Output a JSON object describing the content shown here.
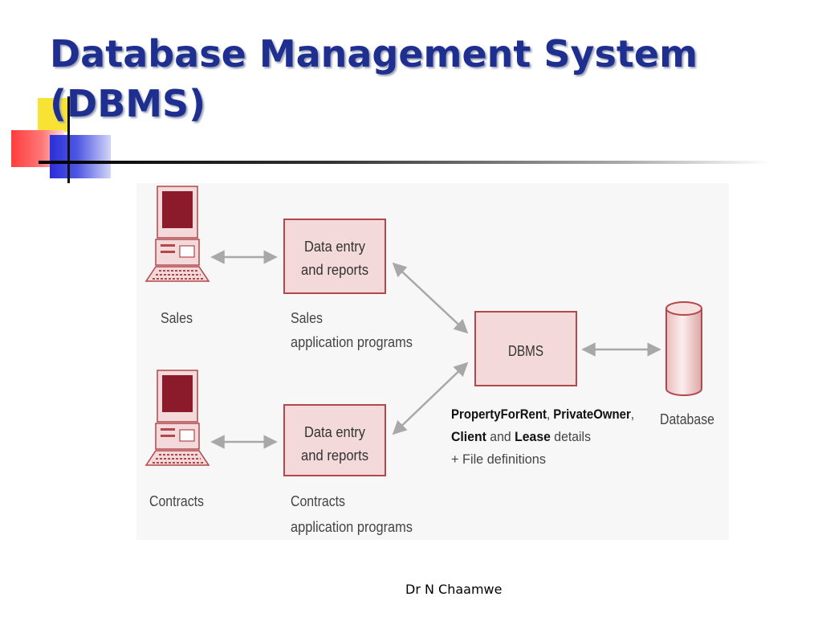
{
  "slide": {
    "title_line1": "Database Management System",
    "title_line2": "(DBMS)",
    "footer": "Dr N Chaamwe"
  },
  "diagram": {
    "users": [
      {
        "label": "Sales"
      },
      {
        "label": "Contracts"
      }
    ],
    "app_boxes": [
      {
        "line1": "Data entry",
        "line2": "and reports",
        "caption_line1": "Sales",
        "caption_line2": "application programs"
      },
      {
        "line1": "Data entry",
        "line2": "and reports",
        "caption_line1": "Contracts",
        "caption_line2": "application programs"
      }
    ],
    "dbms": {
      "label": "DBMS",
      "desc_line1": {
        "part1": "PropertyForRent",
        "part2": ", ",
        "part3": "PrivateOwner",
        "part4": ","
      },
      "desc_line2": {
        "part1": "Client",
        "part2": " and ",
        "part3": "Lease",
        "part4": " details"
      },
      "desc_line3": "+ File definitions"
    },
    "database": {
      "label": "Database"
    },
    "colors": {
      "box_fill": "#f3d9d9",
      "box_stroke": "#b2474c",
      "screen": "#8b1a2a",
      "arrow": "#a8a8a8"
    }
  }
}
